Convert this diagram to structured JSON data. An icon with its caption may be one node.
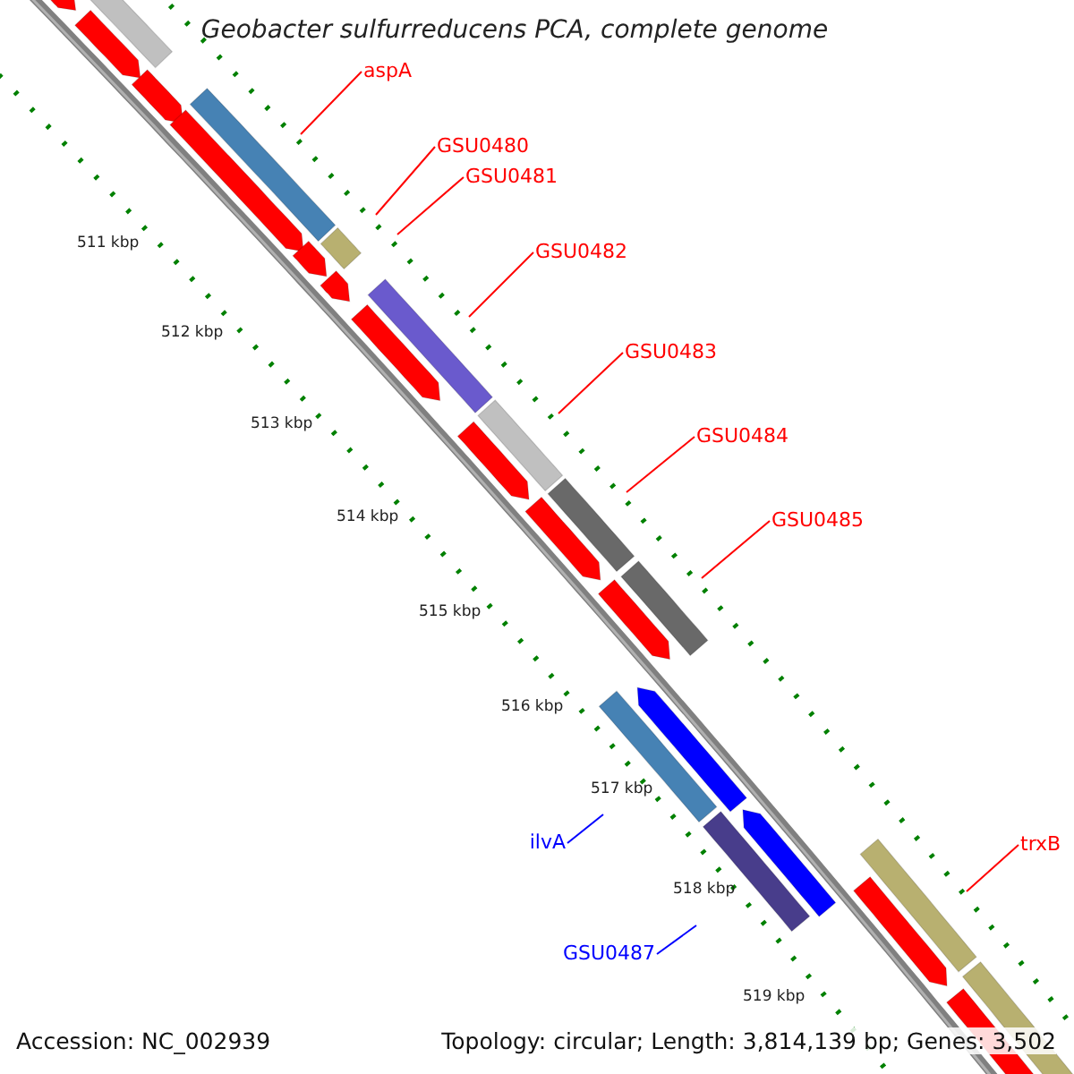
{
  "diagram": {
    "title": "Geobacter sulfurreducens PCA, complete genome",
    "nodes": [
      {
        "text": [
          "aspA"
        ]
      },
      {
        "text": [
          "GSU0480"
        ]
      },
      {
        "text": [
          "GSU0481"
        ]
      },
      {
        "text": [
          "GSU0482"
        ]
      },
      {
        "text": [
          "GSU0483"
        ]
      },
      {
        "text": [
          "GSU0484"
        ]
      },
      {
        "text": [
          "GSU0485"
        ]
      },
      {
        "text": [
          "ilvA"
        ]
      },
      {
        "text": [
          "GSU0487"
        ]
      },
      {
        "text": [
          "trxB"
        ]
      }
    ],
    "edges": [
      {
        "from": 0,
        "to": null,
        "arrow": "none"
      },
      {
        "from": 1,
        "to": null,
        "arrow": "none"
      },
      {
        "from": 2,
        "to": null,
        "arrow": "none"
      },
      {
        "from": 3,
        "to": null,
        "arrow": "none"
      },
      {
        "from": 4,
        "to": null,
        "arrow": "none"
      },
      {
        "from": 5,
        "to": null,
        "arrow": "none"
      },
      {
        "from": 6,
        "to": null,
        "arrow": "none"
      },
      {
        "from": 7,
        "to": null,
        "arrow": "none",
        "color": "#0000ff"
      },
      {
        "from": 8,
        "to": null,
        "arrow": "none",
        "color": "#0000ff"
      },
      {
        "from": 9,
        "to": null,
        "arrow": "none"
      }
    ],
    "labels": [
      "511 kbp",
      "512 kbp",
      "513 kbp",
      "514 kbp",
      "515 kbp",
      "516 kbp",
      "517 kbp",
      "518 kbp",
      "519 kbp",
      "Accession: NC_002939",
      "Topology: circular; Length: 3,814,139 bp; Genes: 3,502"
    ]
  }
}
